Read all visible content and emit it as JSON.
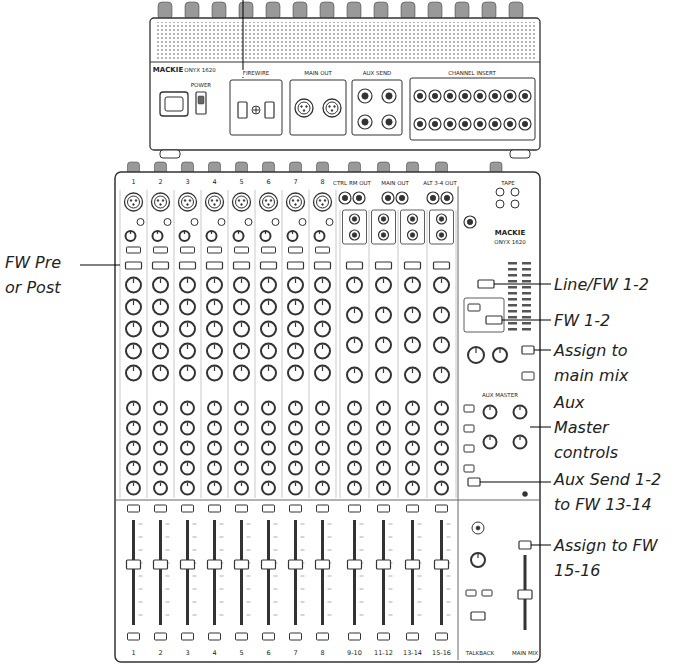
{
  "diagram": {
    "labels": [
      "FW Pre or Post",
      "Line/FW 1-2",
      "FW 1-2",
      "Assign to main mix",
      "Aux Master controls",
      "Aux Send 1-2 to FW 13-14",
      "Assign to FW 15-16",
      "MACKIE",
      "ONYX 1620",
      "FIREWIRE",
      "POWER",
      "MAIN OUT",
      "AUX SEND",
      "CHANNEL INSERT",
      "CTRL RM OUT",
      "MAIN OUT",
      "ALT 3-4 OUT",
      "TAPE",
      "MACKIE",
      "ONYX 1620",
      "AUX MASTER",
      "1",
      "2",
      "3",
      "4",
      "5",
      "6",
      "7",
      "8",
      "1",
      "2",
      "3",
      "4",
      "5",
      "6",
      "7",
      "8",
      "9-10",
      "11-12",
      "13-14",
      "15-16",
      "TALKBACK",
      "MAIN MIX"
    ]
  }
}
